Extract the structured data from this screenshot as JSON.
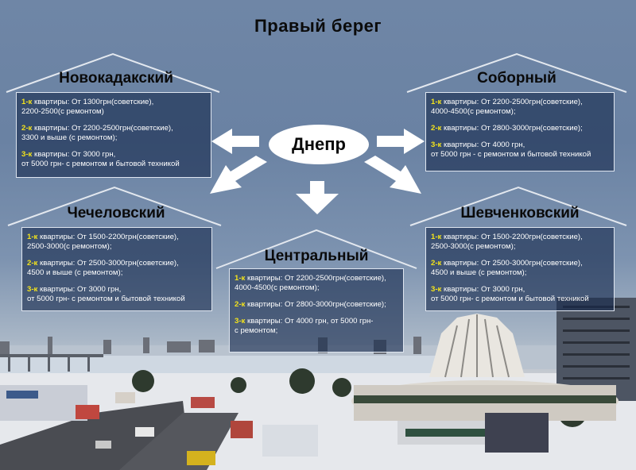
{
  "title": "Правый берег",
  "center": {
    "label": "Днепр"
  },
  "colors": {
    "panel_bg": "#1e3a6b",
    "highlight": "#f2e21c",
    "border": "#dfe6f0"
  },
  "districts": [
    {
      "name": "Новокадакский",
      "lines": [
        {
          "tag": "1-к",
          "text": " квартиры: От 1300грн(советские),",
          "cont": "2200-2500(с ремонтом)"
        },
        {
          "tag": "2-к",
          "text": " квартиры: От 2200-2500грн(советские),",
          "cont": "3300 и выше (с ремонтом);"
        },
        {
          "tag": "3-к",
          "text": " квартиры: От 3000 грн,",
          "cont": "от 5000 грн- с ремонтом и бытовой техникой"
        }
      ]
    },
    {
      "name": "Соборный",
      "lines": [
        {
          "tag": "1-к",
          "text": " квартиры: От 2200-2500грн(советские),",
          "cont": "4000-4500(с ремонтом);"
        },
        {
          "tag": "2-к",
          "text": " квартиры: От 2800-3000грн(советские);",
          "cont": ""
        },
        {
          "tag": "3-к",
          "text": " квартиры: От 4000 грн,",
          "cont": "от 5000 грн - с ремонтом и бытовой техникой"
        }
      ]
    },
    {
      "name": "Чечеловский",
      "lines": [
        {
          "tag": "1-к",
          "text": " квартиры: От 1500-2200грн(советские),",
          "cont": "2500-3000(с ремонтом);"
        },
        {
          "tag": "2-к",
          "text": " квартиры: От 2500-3000грн(советские),",
          "cont": "4500 и выше (с ремонтом);"
        },
        {
          "tag": "3-к",
          "text": " квартиры: От 3000 грн,",
          "cont": " от 5000 грн- с ремонтом и бытовой техникой"
        }
      ]
    },
    {
      "name": "Центральный",
      "lines": [
        {
          "tag": "1-к",
          "text": " квартиры: От 2200-2500грн(советские),",
          "cont": "4000-4500(с ремонтом);"
        },
        {
          "tag": "2-к",
          "text": " квартиры: От 2800-3000грн(советские);",
          "cont": ""
        },
        {
          "tag": "3-к",
          "text": " квартиры: От 4000 грн, от 5000 грн-",
          "cont": "с ремонтом;"
        }
      ]
    },
    {
      "name": "Шевченковский",
      "lines": [
        {
          "tag": "1-к",
          "text": " квартиры: От 1500-2200грн(советские),",
          "cont": "2500-3000(с ремонтом);"
        },
        {
          "tag": "2-к",
          "text": " квартиры: От 2500-3000грн(советские),",
          "cont": "4500 и выше (с ремонтом);"
        },
        {
          "tag": "3-к",
          "text": " квартиры: От 3000 грн,",
          "cont": "от 5000 грн- с ремонтом и бытовой техникой"
        }
      ]
    }
  ]
}
